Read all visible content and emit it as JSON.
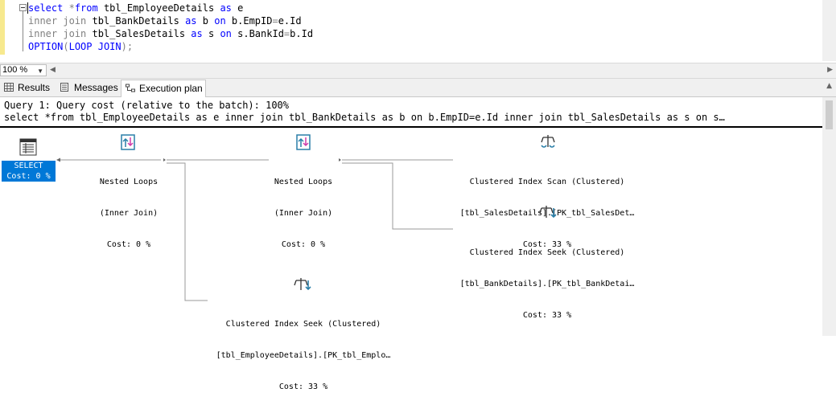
{
  "editor": {
    "lines": [
      {
        "parts": [
          {
            "t": "select",
            "c": "kw"
          },
          {
            "t": " *",
            "c": "gray"
          },
          {
            "t": "from",
            "c": "kw"
          },
          {
            "t": " tbl_EmployeeDetails ",
            "c": "txt"
          },
          {
            "t": "as",
            "c": "kw"
          },
          {
            "t": " e",
            "c": "txt"
          }
        ]
      },
      {
        "parts": [
          {
            "t": "inner join",
            "c": "gray"
          },
          {
            "t": " tbl_BankDetails ",
            "c": "txt"
          },
          {
            "t": "as",
            "c": "kw"
          },
          {
            "t": " b ",
            "c": "txt"
          },
          {
            "t": "on",
            "c": "kw"
          },
          {
            "t": " b.EmpID",
            "c": "txt"
          },
          {
            "t": "=",
            "c": "gray"
          },
          {
            "t": "e.Id",
            "c": "txt"
          }
        ]
      },
      {
        "parts": [
          {
            "t": "inner join",
            "c": "gray"
          },
          {
            "t": " tbl_SalesDetails ",
            "c": "txt"
          },
          {
            "t": "as",
            "c": "kw"
          },
          {
            "t": " s ",
            "c": "txt"
          },
          {
            "t": "on",
            "c": "kw"
          },
          {
            "t": " s.BankId",
            "c": "txt"
          },
          {
            "t": "=",
            "c": "gray"
          },
          {
            "t": "b.Id",
            "c": "txt"
          }
        ]
      },
      {
        "parts": [
          {
            "t": "OPTION",
            "c": "kw"
          },
          {
            "t": "(",
            "c": "gray"
          },
          {
            "t": "LOOP JOIN",
            "c": "kw"
          },
          {
            "t": ");",
            "c": "gray"
          }
        ]
      }
    ]
  },
  "zoom": {
    "value": "100 %"
  },
  "tabs": [
    {
      "label": "Results",
      "icon": "grid-icon"
    },
    {
      "label": "Messages",
      "icon": "messages-icon"
    },
    {
      "label": "Execution plan",
      "icon": "execution-plan-icon"
    }
  ],
  "plan": {
    "query_line1": "Query 1: Query cost (relative to the batch): 100%",
    "query_line2": "select *from tbl_EmployeeDetails as e inner join tbl_BankDetails as b on b.EmpID=e.Id inner join tbl_SalesDetails as s on s…",
    "select_node": {
      "label": "SELECT",
      "cost": "Cost: 0 %"
    },
    "nodes": {
      "nl1": {
        "line1": "Nested Loops",
        "line2": "(Inner Join)",
        "cost": "Cost: 0 %"
      },
      "nl2": {
        "line1": "Nested Loops",
        "line2": "(Inner Join)",
        "cost": "Cost: 0 %"
      },
      "scan_sales": {
        "line1": "Clustered Index Scan (Clustered)",
        "line2": "[tbl_SalesDetails].[PK_tbl_SalesDet…",
        "cost": "Cost: 33 %"
      },
      "seek_bank": {
        "line1": "Clustered Index Seek (Clustered)",
        "line2": "[tbl_BankDetails].[PK_tbl_BankDetai…",
        "cost": "Cost: 33 %"
      },
      "seek_emp": {
        "line1": "Clustered Index Seek (Clustered)",
        "line2": "[tbl_EmployeeDetails].[PK_tbl_Emplo…",
        "cost": "Cost: 33 %"
      }
    }
  },
  "colors": {
    "keyword": "#0000ff",
    "select_badge": "#0078d7",
    "icon_teal": "#2a7fa8",
    "icon_pink": "#d03caa"
  }
}
